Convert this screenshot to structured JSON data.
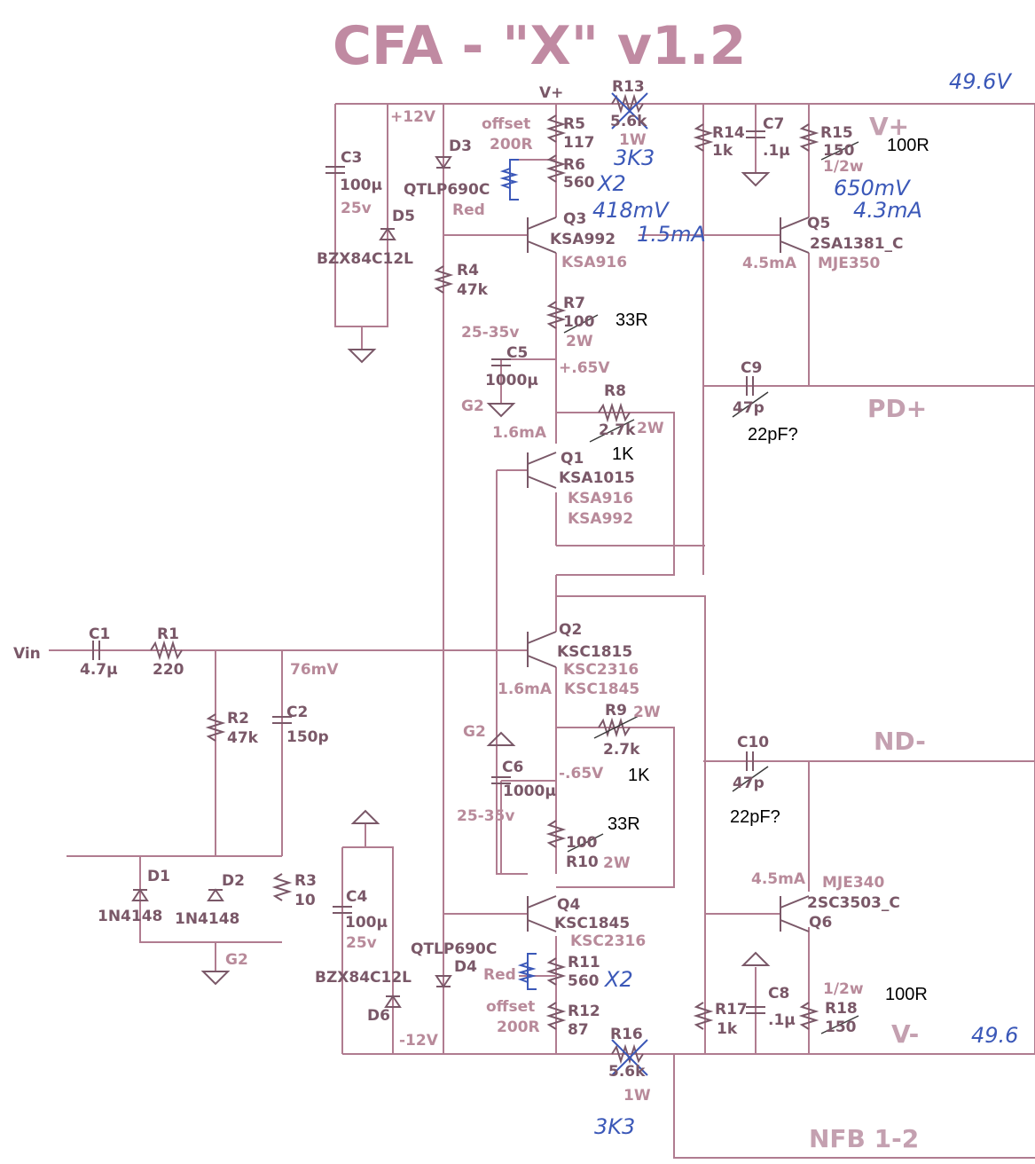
{
  "title": "CFA - \"X\" v1.2",
  "labels": {
    "vplus_top": "V+",
    "v12p": "+12V",
    "v12n": "-12V",
    "vin": "Vin",
    "vplus_big": "V+",
    "vminus_big": "V-",
    "pdplus": "PD+",
    "ndminus": "ND-",
    "nfb": "NFB 1-2",
    "offset_top": "offset",
    "offset_top_val": "200R",
    "offset_bot": "offset",
    "offset_bot_val": "200R",
    "g2_a": "G2",
    "g2_b": "G2",
    "g2_c": "G2",
    "v065p": "+.65V",
    "v065n": "-.65V",
    "ma16_a": "1.6mA",
    "ma16_b": "1.6mA",
    "ma45_a": "4.5mA",
    "ma45_b": "4.5mA",
    "mv76": "76mV",
    "v2535_a": "25-35v",
    "v2535_b": "25-35v"
  },
  "components": {
    "C1": {
      "ref": "C1",
      "val": "4.7µ"
    },
    "R1": {
      "ref": "R1",
      "val": "220"
    },
    "R2": {
      "ref": "R2",
      "val": "47k"
    },
    "C2": {
      "ref": "C2",
      "val": "150p"
    },
    "R3": {
      "ref": "R3",
      "val": "10"
    },
    "D1": {
      "ref": "D1",
      "part": "1N4148"
    },
    "D2": {
      "ref": "D2",
      "part": "1N4148"
    },
    "C3": {
      "ref": "C3",
      "val": "100µ",
      "volt": "25v"
    },
    "D5": {
      "ref": "D5",
      "part": "BZX84C12L"
    },
    "C4": {
      "ref": "C4",
      "val": "100µ",
      "volt": "25v"
    },
    "D6": {
      "ref": "D6",
      "part": "BZX84C12L"
    },
    "D3": {
      "ref": "D3",
      "part": "QTLP690C",
      "color": "Red"
    },
    "D4": {
      "ref": "D4",
      "part": "QTLP690C",
      "color": "Red"
    },
    "R4": {
      "ref": "R4",
      "val": "47k"
    },
    "R5": {
      "ref": "R5",
      "val": "117"
    },
    "R6": {
      "ref": "R6",
      "val": "560"
    },
    "Q3": {
      "ref": "Q3",
      "part": "KSA992",
      "alt": "KSA916"
    },
    "R7": {
      "ref": "R7",
      "val": "100",
      "power": "2W"
    },
    "C5": {
      "ref": "C5",
      "val": "1000µ"
    },
    "C6": {
      "ref": "C6",
      "val": "1000µ"
    },
    "R8": {
      "ref": "R8",
      "val": "2.7k",
      "power": "2W"
    },
    "Q1": {
      "ref": "Q1",
      "part": "KSA1015",
      "alt1": "KSA916",
      "alt2": "KSA992"
    },
    "Q2": {
      "ref": "Q2",
      "part": "KSC1815",
      "alt1": "KSC2316",
      "alt2": "KSC1845"
    },
    "R9": {
      "ref": "R9",
      "val": "2.7k",
      "power": "2W"
    },
    "R10": {
      "ref": "R10",
      "val": "100",
      "power": "2W"
    },
    "Q4": {
      "ref": "Q4",
      "part": "KSC1845",
      "alt": "KSC2316"
    },
    "R11": {
      "ref": "R11",
      "val": "560"
    },
    "R12": {
      "ref": "R12",
      "val": "87"
    },
    "R13": {
      "ref": "R13",
      "val": "5.6k",
      "power": "1W"
    },
    "R16": {
      "ref": "R16",
      "val": "5.6k",
      "power": "1W"
    },
    "R14": {
      "ref": "R14",
      "val": "1k"
    },
    "R17": {
      "ref": "R17",
      "val": "1k"
    },
    "C7": {
      "ref": "C7",
      "val": ".1µ"
    },
    "C8": {
      "ref": "C8",
      "val": ".1µ"
    },
    "R15": {
      "ref": "R15",
      "val": "150",
      "power": "1/2w"
    },
    "R18": {
      "ref": "R18",
      "val": "150",
      "power": "1/2w"
    },
    "Q5": {
      "ref": "Q5",
      "part": "2SA1381_C",
      "alt": "MJE350"
    },
    "Q6": {
      "ref": "Q6",
      "part": "2SC3503_C",
      "alt": "MJE340"
    },
    "C9": {
      "ref": "C9",
      "val": "47p"
    },
    "C10": {
      "ref": "C10",
      "val": "47p"
    }
  },
  "handwritten": {
    "r13_new": "3K3",
    "r16_new": "3K3",
    "r6_x2": "X2",
    "r11_x2": "X2",
    "mv418": "418mV",
    "ma15": "1.5mA",
    "mv650": "650mV",
    "ma43": "4.3mA",
    "v496_top": "49.6V",
    "v496_bot": "49.6"
  },
  "notes": {
    "r7_new": "33R",
    "r10_new": "33R",
    "r8_new": "1K",
    "r9_new": "1K",
    "c9_new": "22pF?",
    "c10_new": "22pF?",
    "r15_new": "100R",
    "r18_new": "100R"
  },
  "colors": {
    "wire": "#b07c90",
    "text": "#7a5868",
    "pen": "#3b58b8"
  }
}
